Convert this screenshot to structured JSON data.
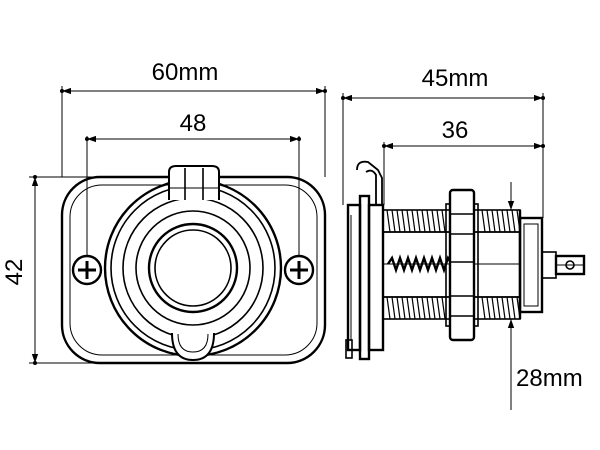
{
  "dimensions": {
    "front_width": "60mm",
    "front_hole_spacing": "48",
    "front_height": "42",
    "side_length": "45mm",
    "side_body_length": "36",
    "thread_diameter": "28mm"
  },
  "colors": {
    "line": "#000000",
    "background": "#ffffff"
  }
}
